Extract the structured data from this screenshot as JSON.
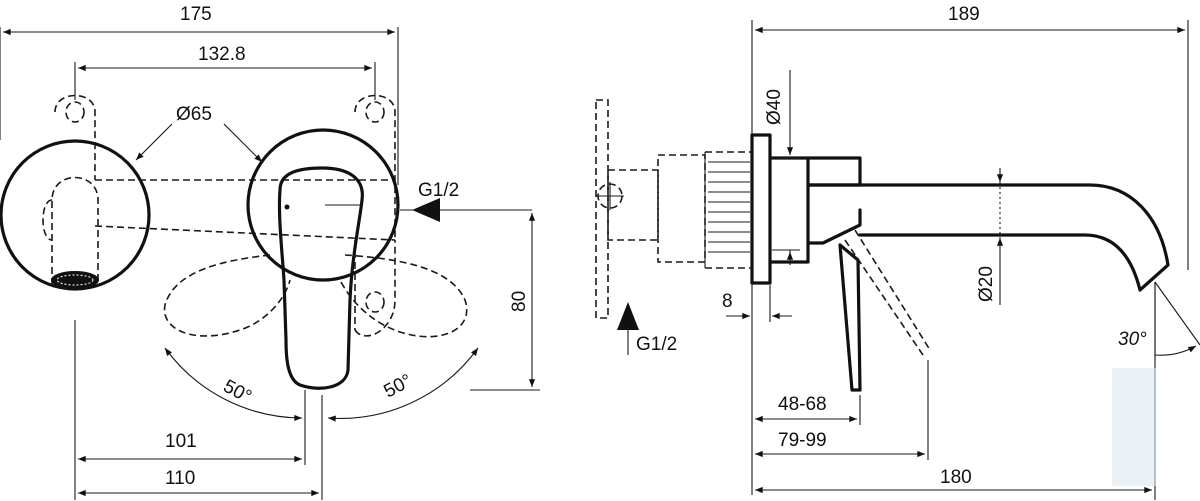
{
  "drawing": {
    "front_view": {
      "overall_width": "175",
      "hole_spacing": "132.8",
      "rosette_diameter": "Ø65",
      "inlet_thread": "G1/2",
      "spout_centre": "101",
      "lever_centre": "110",
      "vertical_spacing": "80",
      "lever_angle_left": "50°",
      "lever_angle_right": "50°"
    },
    "body_view": {
      "inlet_thread": "G1/2"
    },
    "side_view": {
      "overall_height": "189",
      "rosette_diameter": "Ø40",
      "spout_diameter": "Ø20",
      "wall_offset": "8",
      "adjustment_range_1": "48-68",
      "adjustment_range_2": "79-99",
      "spout_projection": "180",
      "spout_angle": "30°"
    }
  },
  "colors": {
    "line": "#111111",
    "background": "#ffffff",
    "watermark": "#dbe6f0"
  }
}
